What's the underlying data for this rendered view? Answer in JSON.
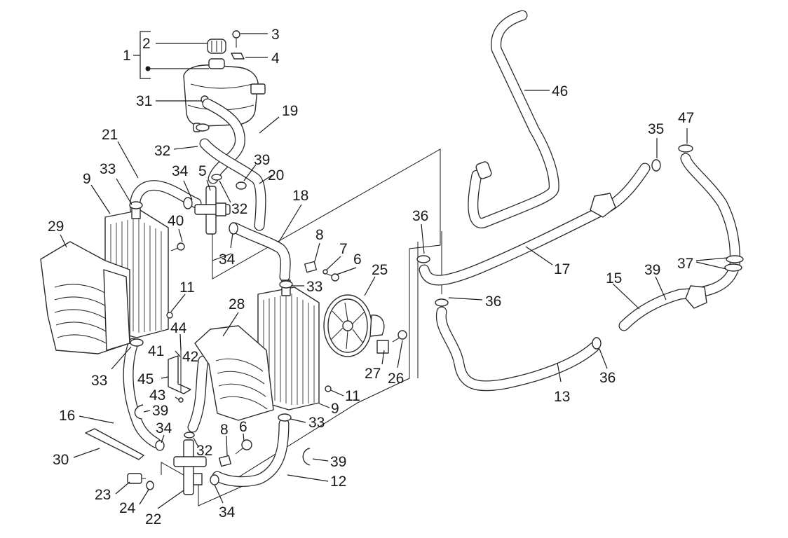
{
  "diagram": {
    "type": "exploded-parts-diagram",
    "subject": "Cooling system (radiators, expansion tank, fan, hoses)",
    "line_color": "#1a1a1a",
    "background": "#ffffff",
    "callouts": [
      {
        "id": "c1",
        "label": "1",
        "part": "expansion-tank-assembly"
      },
      {
        "id": "c2",
        "label": "2",
        "part": "expansion-tank-cap"
      },
      {
        "id": "c3",
        "label": "3",
        "part": "screw"
      },
      {
        "id": "c4",
        "label": "4",
        "part": "clip-nut"
      },
      {
        "id": "c31",
        "label": "31",
        "part": "tank-fitting"
      },
      {
        "id": "c19",
        "label": "19",
        "part": "overflow-hose"
      },
      {
        "id": "c21",
        "label": "21",
        "part": "radiator-upper-hose-left"
      },
      {
        "id": "c33a",
        "label": "33",
        "part": "hose-clamp"
      },
      {
        "id": "c9a",
        "label": "9",
        "part": "radiator-left"
      },
      {
        "id": "c32a",
        "label": "32",
        "part": "hose-clamp"
      },
      {
        "id": "c34a",
        "label": "34",
        "part": "hose-clamp"
      },
      {
        "id": "c5",
        "label": "5",
        "part": "three-way-fitting-upper"
      },
      {
        "id": "c39a",
        "label": "39",
        "part": "hose-clamp"
      },
      {
        "id": "c20",
        "label": "20",
        "part": "tank-hose"
      },
      {
        "id": "c32b",
        "label": "32",
        "part": "hose-clamp"
      },
      {
        "id": "c18",
        "label": "18",
        "part": "radiator-upper-hose-right"
      },
      {
        "id": "c34b",
        "label": "34",
        "part": "hose-clamp"
      },
      {
        "id": "c29",
        "label": "29",
        "part": "left-radiator-cover"
      },
      {
        "id": "c40",
        "label": "40",
        "part": "bolt"
      },
      {
        "id": "c8a",
        "label": "8",
        "part": "clip-nut"
      },
      {
        "id": "c7",
        "label": "7",
        "part": "washer"
      },
      {
        "id": "c6a",
        "label": "6",
        "part": "bolt"
      },
      {
        "id": "c25",
        "label": "25",
        "part": "cooling-fan"
      },
      {
        "id": "c33b",
        "label": "33",
        "part": "hose-clamp"
      },
      {
        "id": "c11a",
        "label": "11",
        "part": "nut"
      },
      {
        "id": "c28",
        "label": "28",
        "part": "right-radiator-cover"
      },
      {
        "id": "c44",
        "label": "44",
        "part": "screw"
      },
      {
        "id": "c41",
        "label": "41",
        "part": "washer"
      },
      {
        "id": "c42",
        "label": "42",
        "part": "spacer"
      },
      {
        "id": "c45",
        "label": "45",
        "part": "bracket"
      },
      {
        "id": "c43",
        "label": "43",
        "part": "nut"
      },
      {
        "id": "c33c",
        "label": "33",
        "part": "hose-clamp"
      },
      {
        "id": "c27",
        "label": "27",
        "part": "fan-bracket"
      },
      {
        "id": "c26",
        "label": "26",
        "part": "bolt"
      },
      {
        "id": "c11b",
        "label": "11",
        "part": "nut"
      },
      {
        "id": "c9b",
        "label": "9",
        "part": "radiator-right"
      },
      {
        "id": "c33d",
        "label": "33",
        "part": "hose-clamp"
      },
      {
        "id": "c16",
        "label": "16",
        "part": "radiator-lower-hose-left"
      },
      {
        "id": "c39b",
        "label": "39",
        "part": "hose-clamp"
      },
      {
        "id": "c34c",
        "label": "34",
        "part": "hose-clamp"
      },
      {
        "id": "c32c",
        "label": "32",
        "part": "hose-clamp"
      },
      {
        "id": "c8b",
        "label": "8",
        "part": "clip-nut"
      },
      {
        "id": "c6b",
        "label": "6",
        "part": "bolt"
      },
      {
        "id": "c30",
        "label": "30",
        "part": "heat-shield-strip"
      },
      {
        "id": "c39c",
        "label": "39",
        "part": "hose-clamp"
      },
      {
        "id": "c12",
        "label": "12",
        "part": "radiator-lower-hose-right"
      },
      {
        "id": "c23",
        "label": "23",
        "part": "temperature-sensor"
      },
      {
        "id": "c24",
        "label": "24",
        "part": "sealing-washer"
      },
      {
        "id": "c22",
        "label": "22",
        "part": "three-way-fitting-lower"
      },
      {
        "id": "c34d",
        "label": "34",
        "part": "hose-clamp"
      },
      {
        "id": "c46",
        "label": "46",
        "part": "bleed-hose"
      },
      {
        "id": "c35",
        "label": "35",
        "part": "hose-clamp"
      },
      {
        "id": "c47",
        "label": "47",
        "part": "hose-clamp"
      },
      {
        "id": "c36a",
        "label": "36",
        "part": "hose-clamp"
      },
      {
        "id": "c17",
        "label": "17",
        "part": "engine-delivery-pipe"
      },
      {
        "id": "c36b",
        "label": "36",
        "part": "hose-clamp"
      },
      {
        "id": "c37",
        "label": "37",
        "part": "o-rings"
      },
      {
        "id": "c15",
        "label": "15",
        "part": "engine-return-hose"
      },
      {
        "id": "c39d",
        "label": "39",
        "part": "hose-clamp"
      },
      {
        "id": "c13",
        "label": "13",
        "part": "engine-return-pipe"
      },
      {
        "id": "c36c",
        "label": "36",
        "part": "hose-clamp"
      }
    ]
  }
}
